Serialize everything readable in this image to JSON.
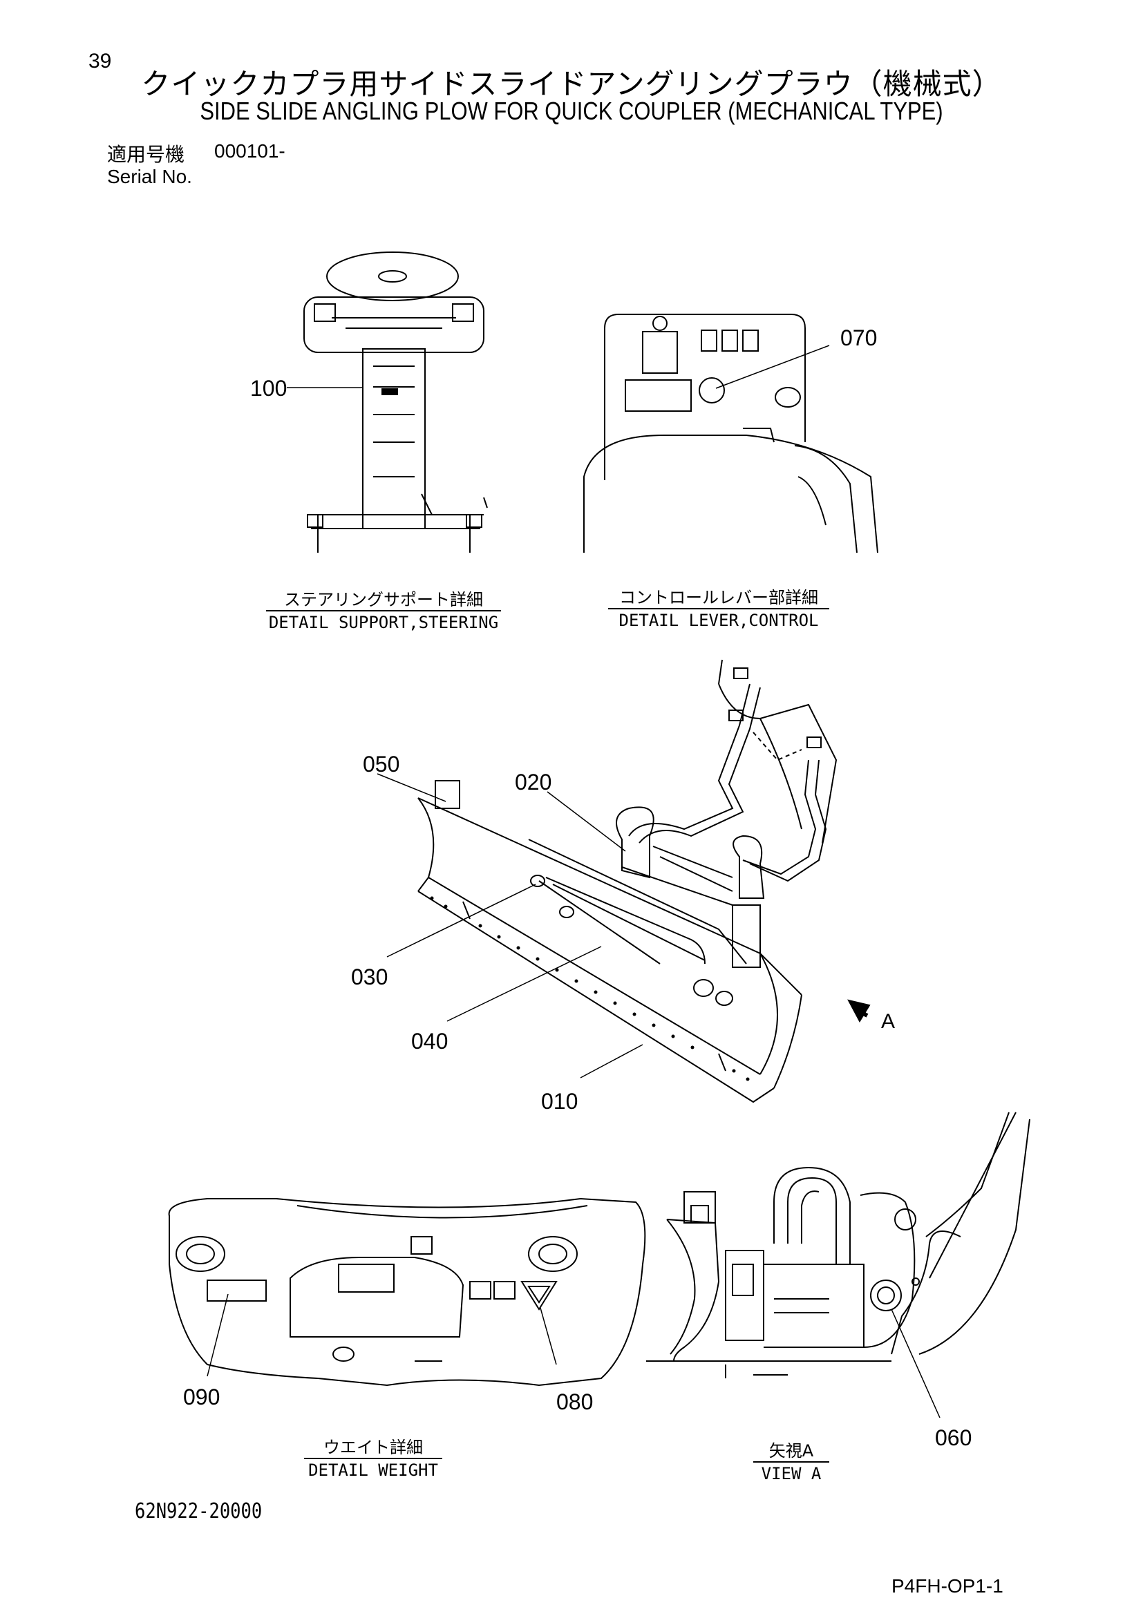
{
  "header": {
    "page_number": "39",
    "title_jp": "クイックカプラ用サイドスライドアングリングプラウ（機械式）",
    "title_en": "SIDE SLIDE ANGLING PLOW FOR QUICK COUPLER (MECHANICAL TYPE)",
    "serial_label_jp": "適用号機",
    "serial_value": "000101-",
    "serial_label_en": "Serial No."
  },
  "details": {
    "steering": {
      "jp": "ステアリングサポート詳細",
      "en": "DETAIL SUPPORT,STEERING"
    },
    "control": {
      "jp": "コントロールレバー部詳細",
      "en": "DETAIL LEVER,CONTROL"
    },
    "weight": {
      "jp": "ウエイト詳細",
      "en": "DETAIL WEIGHT"
    },
    "view": {
      "jp": "矢視A",
      "en": "VIEW A"
    }
  },
  "callouts": {
    "c100": "100",
    "c070": "070",
    "c050": "050",
    "c020": "020",
    "c030": "030",
    "c040": "040",
    "c010": "010",
    "c090": "090",
    "c080": "080",
    "c060": "060",
    "view_arrow": "A"
  },
  "footer": {
    "doc_number": "62N922-20000",
    "page_code": "P4FH-OP1-1"
  }
}
